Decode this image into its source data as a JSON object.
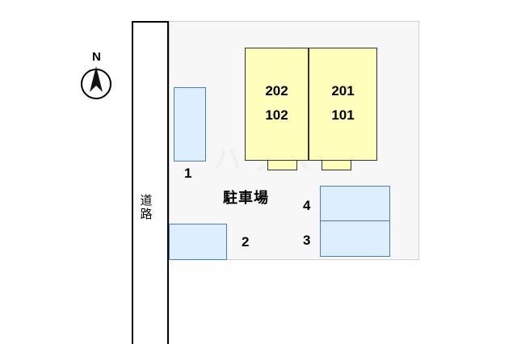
{
  "map": {
    "road_label": "道路",
    "compass_label": "N",
    "parking_area_label": "駐車場",
    "buildings": [
      {
        "name": "building-left",
        "upper_unit": "202",
        "lower_unit": "102"
      },
      {
        "name": "building-right",
        "upper_unit": "201",
        "lower_unit": "101"
      }
    ],
    "parking_stalls": [
      {
        "number": "1"
      },
      {
        "number": "2"
      },
      {
        "number": "3"
      },
      {
        "number": "4"
      }
    ],
    "colors": {
      "building_fill": "#ffffbb",
      "building_stroke": "#333333",
      "stall_fill": "#ddeeff",
      "stall_stroke": "#4a7ebb",
      "lot_fill": "#f7f7f7",
      "road_stroke": "#000000"
    }
  }
}
